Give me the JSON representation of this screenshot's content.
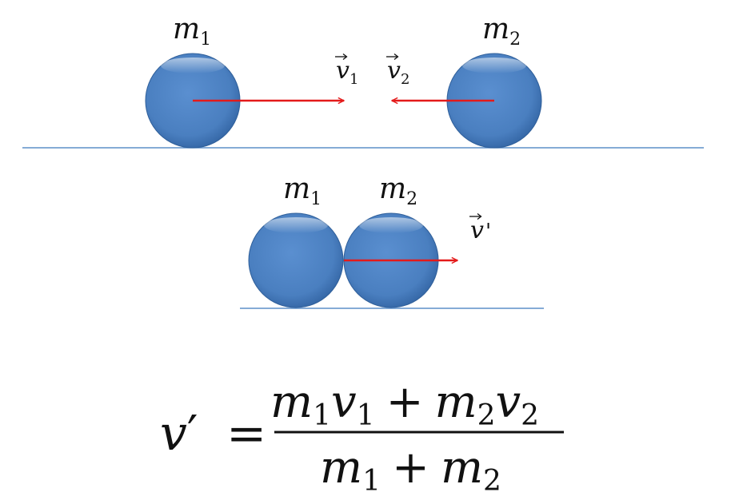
{
  "colors": {
    "ball": "#4a7fc0",
    "ball_edge": "#2f5f9a",
    "arrow": "#e41a1a",
    "ground": "#5d8fc9",
    "text": "#111111"
  },
  "before": {
    "ball1": {
      "label": "m",
      "sub": "1"
    },
    "ball2": {
      "label": "m",
      "sub": "2"
    },
    "velocity1": {
      "label": "v",
      "sub": "1"
    },
    "velocity2": {
      "label": "v",
      "sub": "2"
    }
  },
  "after": {
    "ball1": {
      "label": "m",
      "sub": "1"
    },
    "ball2": {
      "label": "m",
      "sub": "2"
    },
    "velocity": {
      "label": "v",
      "prime": "'"
    }
  },
  "equation": {
    "lhs_var": "v",
    "lhs_prime": "′",
    "equals": "=",
    "plus": "+",
    "m": "m",
    "v": "v",
    "sub1": "1",
    "sub2": "2"
  }
}
